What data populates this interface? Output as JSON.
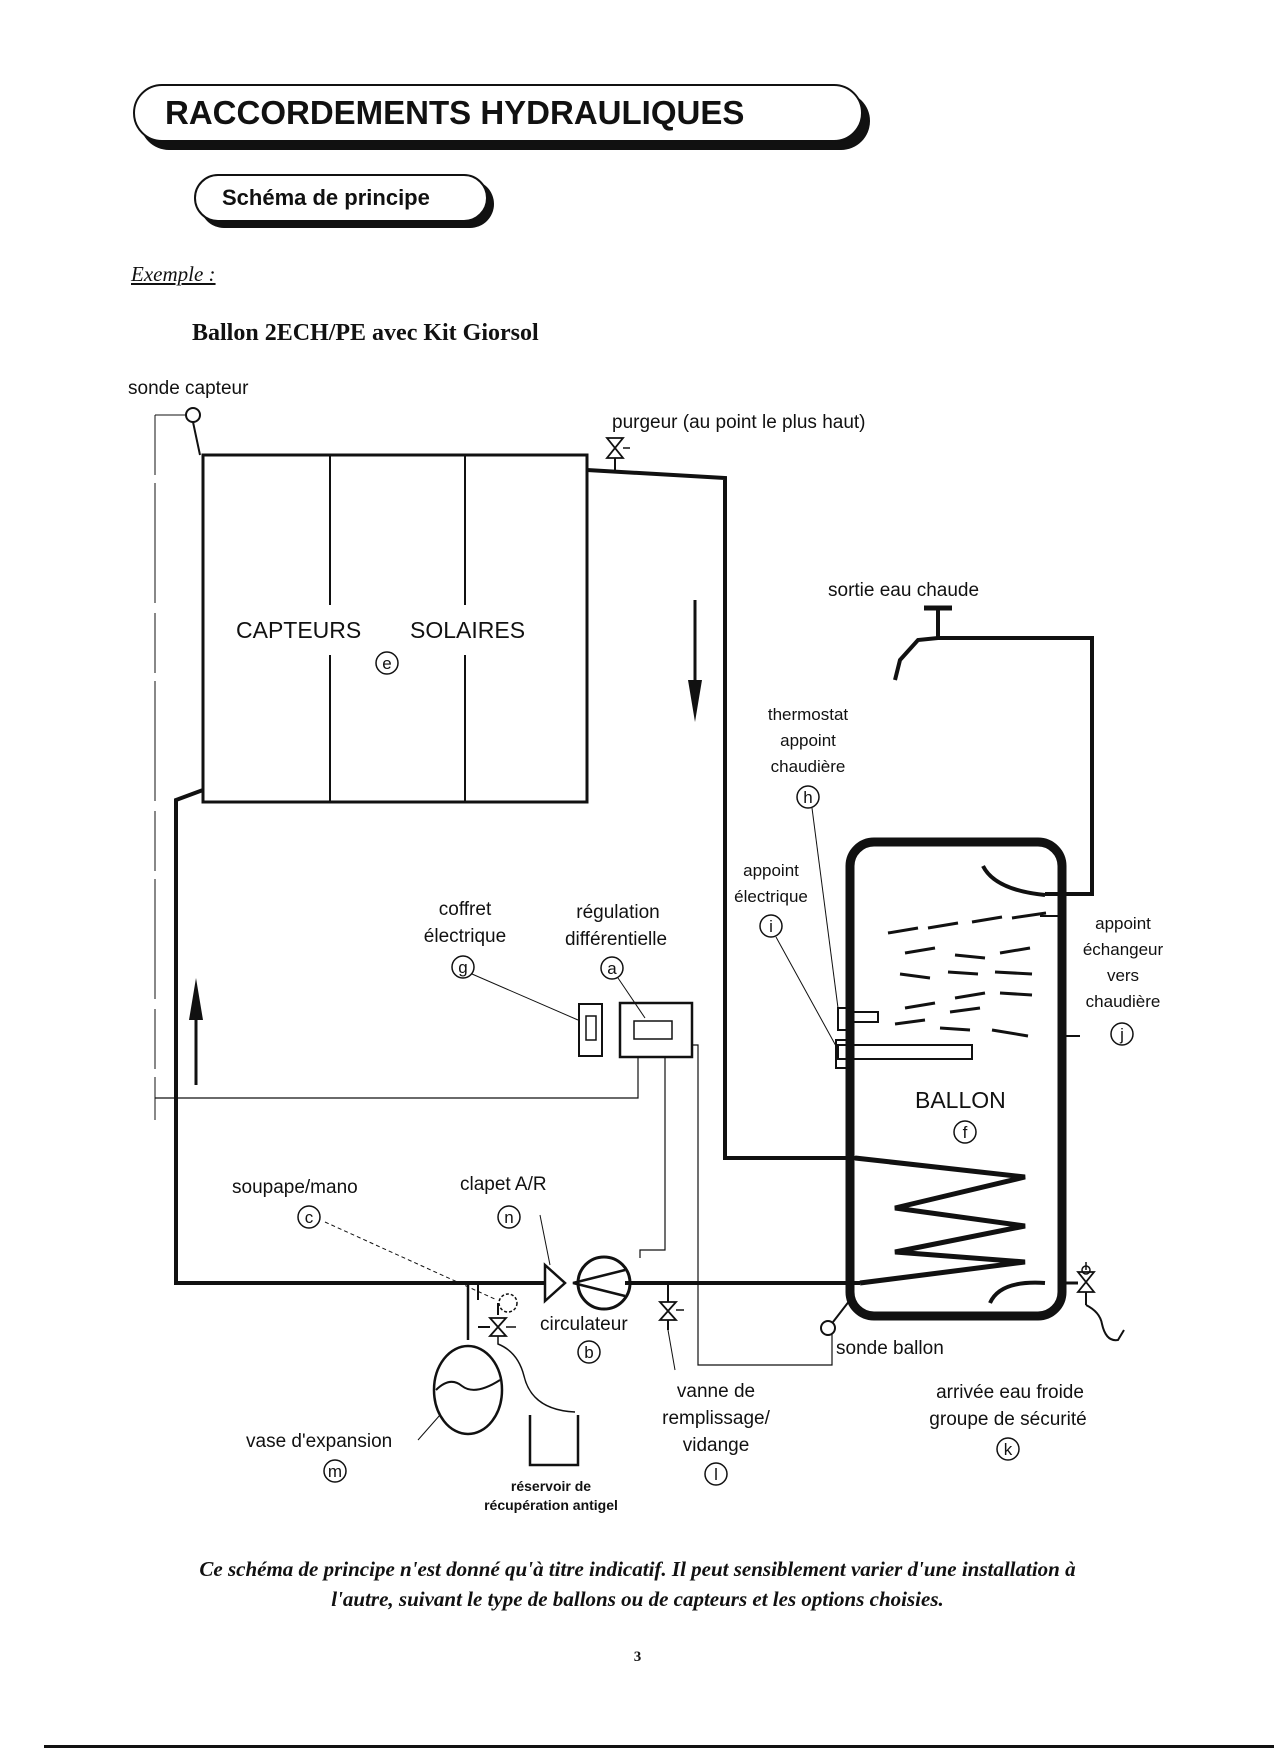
{
  "header": {
    "title": "RACCORDEMENTS HYDRAULIQUES",
    "subtitle": "Schéma de principe",
    "example_label": "Exemple :"
  },
  "diagram": {
    "title": "Ballon 2ECH/PE avec Kit Giorsol",
    "labels": {
      "sonde_capteur": "sonde capteur",
      "purgeur": "purgeur (au point le plus haut)",
      "sortie_eau_chaude": "sortie eau chaude",
      "capteurs": "CAPTEURS",
      "solaires": "SOLAIRES",
      "thermostat_l1": "thermostat",
      "thermostat_l2": "appoint",
      "thermostat_l3": "chaudière",
      "appoint_elec_l1": "appoint",
      "appoint_elec_l2": "électrique",
      "appoint_ech_l1": "appoint",
      "appoint_ech_l2": "échangeur",
      "appoint_ech_l3": "vers",
      "appoint_ech_l4": "chaudière",
      "coffret_l1": "coffret",
      "coffret_l2": "électrique",
      "regulation_l1": "régulation",
      "regulation_l2": "différentielle",
      "ballon": "BALLON",
      "soupape": "soupape/mano",
      "clapet": "clapet A/R",
      "circulateur": "circulateur",
      "sonde_ballon": "sonde ballon",
      "vanne_l1": "vanne de",
      "vanne_l2": "remplissage/",
      "vanne_l3": "vidange",
      "arrivee_l1": "arrivée eau froide",
      "arrivee_l2": "groupe de sécurité",
      "vase": "vase d'expansion",
      "reservoir_l1": "réservoir de",
      "reservoir_l2": "récupération antigel"
    },
    "markers": {
      "a": "a",
      "b": "b",
      "c": "c",
      "e": "e",
      "f": "f",
      "g": "g",
      "h": "h",
      "i": "i",
      "j": "j",
      "k": "k",
      "l": "l",
      "m": "m",
      "n": "n"
    }
  },
  "footer": {
    "note_line1": "Ce schéma de principe n'est donné qu'à titre indicatif. Il peut sensiblement varier d'une installation à",
    "note_line2": "l'autre, suivant le type de ballons ou de capteurs et les options choisies.",
    "page_number": "3"
  }
}
